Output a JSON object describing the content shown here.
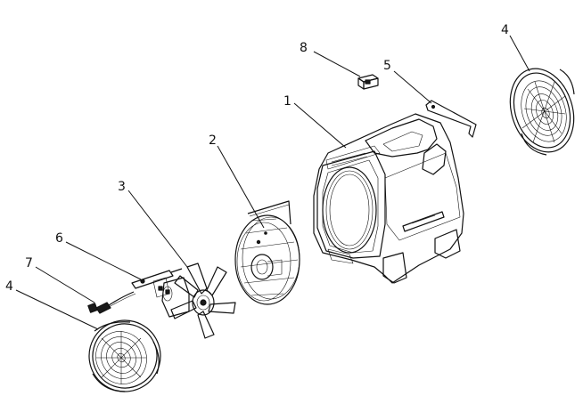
{
  "callouts": [
    {
      "id": "c8",
      "label": "8"
    },
    {
      "id": "c5",
      "label": "5"
    },
    {
      "id": "c4r",
      "label": "4"
    },
    {
      "id": "c1",
      "label": "1"
    },
    {
      "id": "c2",
      "label": "2"
    },
    {
      "id": "c3",
      "label": "3"
    },
    {
      "id": "c6",
      "label": "6"
    },
    {
      "id": "c7",
      "label": "7"
    },
    {
      "id": "c4l",
      "label": "4"
    }
  ]
}
